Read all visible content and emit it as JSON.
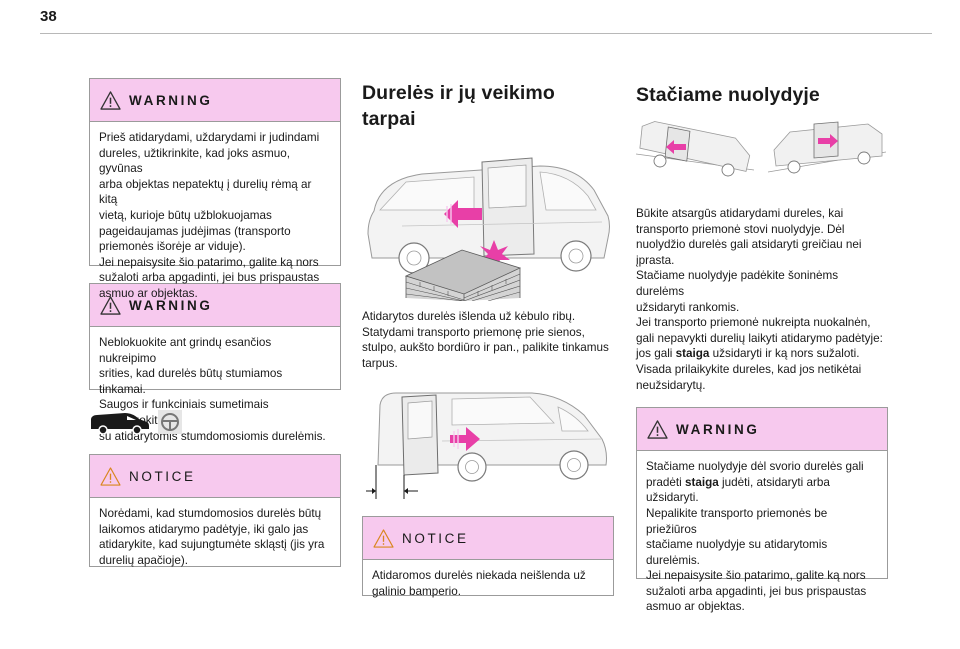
{
  "page_number": "38",
  "colors": {
    "accent": "#f7c9ee",
    "arrow": "#e83fa7",
    "border": "#9b9b9b"
  },
  "col1": {
    "warning1": {
      "title": "WARNING",
      "lines": [
        "Prieš atidarydami, uždarydami ir judindami",
        "dureles, užtikrinkite, kad joks asmuo, gyvūnas",
        "arba objektas nepatektų į durelių rėmą ar kitą",
        "vietą, kurioje būtų užblokuojamas",
        "pageidaujamas judėjimas (transporto",
        "priemonės išorėje ar viduje).",
        "Jei nepaisysite šio patarimo, galite ką nors",
        "sužaloti arba apgadinti, jei bus prispaustas",
        "asmuo ar objektas."
      ]
    },
    "warning2": {
      "title": "WARNING",
      "lines": [
        "Neblokuokite ant grindų esančios nukreipimo",
        "srities, kad durelės būtų stumiamos tinkamai.",
        "Saugos ir funkciniais sumetimais nevažiuokite",
        "su atidarytomis stumdomosiomis durelėmis."
      ]
    },
    "icons": [
      "van-icon",
      "steering-wheel-icon"
    ],
    "notice": {
      "title": "NOTICE",
      "lines": [
        "Norėdami, kad stumdomosios durelės būtų",
        "laikomos atidarymo padėtyje, iki galo jas",
        "atidarykite, kad sujungtumėte skląstį (jis yra",
        "durelių apačioje)."
      ]
    }
  },
  "col2": {
    "heading": "Durelės ir jų veikimo tarpai",
    "para": [
      "Atidarytos durelės išlenda už kėbulo ribų.",
      "Statydami transporto priemonę prie sienos,",
      "stulpo, aukšto bordiūro ir pan., palikite tinkamus",
      "tarpus."
    ],
    "notice": {
      "title": "NOTICE",
      "lines": [
        "Atidaromos durelės niekada neišlenda už",
        "galinio bamperio."
      ]
    }
  },
  "col3": {
    "heading": "Stačiame nuolydyje",
    "para": [
      {
        "pre": "Būkite atsargūs atidarydami dureles, kai"
      },
      {
        "pre": "transporto priemonė stovi nuolydyje. Dėl"
      },
      {
        "pre": "nuolydžio durelės gali atsidaryti greičiau nei"
      },
      {
        "pre": "įprasta."
      },
      {
        "pre": "Stačiame nuolydyje padėkite šoninėms durelėms"
      },
      {
        "pre": "užsidaryti rankomis."
      },
      {
        "pre": "Jei transporto priemonė nukreipta nuokalnėn,"
      },
      {
        "pre": "gali nepavykti durelių laikyti atidarymo padėtyje:"
      },
      {
        "pre": "jos gali ",
        "bold": "staiga",
        "post": " užsidaryti ir ką nors sužaloti."
      },
      {
        "pre": "Visada prilaikykite dureles, kad jos netikėtai"
      },
      {
        "pre": "neužsidarytų."
      }
    ],
    "warning": {
      "title": "WARNING",
      "lines": [
        {
          "pre": "Stačiame nuolydyje dėl svorio durelės gali"
        },
        {
          "pre": "pradėti ",
          "bold": "staiga",
          "post": " judėti, atsidaryti arba"
        },
        {
          "pre": "užsidaryti."
        },
        {
          "pre": "Nepalikite transporto priemonės be priežiūros"
        },
        {
          "pre": "stačiame nuolydyje su atidarytomis durelėmis."
        },
        {
          "pre": "Jei nepaisysite šio patarimo, galite ką nors"
        },
        {
          "pre": "sužaloti arba apgadinti, jei bus prispaustas"
        },
        {
          "pre": "asmuo ar objektas."
        }
      ]
    }
  }
}
